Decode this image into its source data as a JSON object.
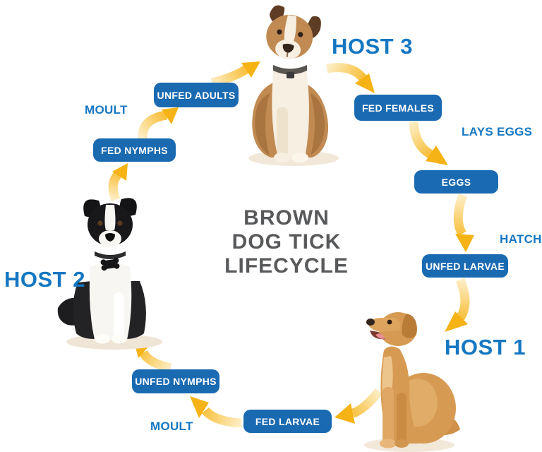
{
  "title": {
    "line1": "BROWN",
    "line2": "DOG TICK",
    "line3": "LIFECYCLE"
  },
  "hosts": {
    "host1": "HOST 1",
    "host2": "HOST 2",
    "host3": "HOST 3"
  },
  "stages": {
    "unfed_adults": "UNFED ADULTS",
    "fed_females": "FED FEMALES",
    "eggs": "EGGS",
    "unfed_larvae": "UNFED LARVAE",
    "fed_larvae": "FED LARVAE",
    "unfed_nymphs": "UNFED NYMPHS",
    "fed_nymphs": "FED NYMPHS"
  },
  "annotations": {
    "moult_top": "MOULT",
    "lays_eggs": "LAYS EGGS",
    "hatch": "HATCH",
    "moult_bottom": "MOULT"
  },
  "flow": [
    {
      "from": "HOST 2",
      "to": "FED NYMPHS"
    },
    {
      "from": "FED NYMPHS",
      "to": "UNFED ADULTS",
      "via": "MOULT"
    },
    {
      "from": "UNFED ADULTS",
      "to": "HOST 3"
    },
    {
      "from": "HOST 3",
      "to": "FED FEMALES"
    },
    {
      "from": "FED FEMALES",
      "to": "EGGS",
      "via": "LAYS EGGS"
    },
    {
      "from": "EGGS",
      "to": "UNFED LARVAE",
      "via": "HATCH"
    },
    {
      "from": "UNFED LARVAE",
      "to": "HOST 1"
    },
    {
      "from": "HOST 1",
      "to": "FED LARVAE"
    },
    {
      "from": "FED LARVAE",
      "to": "UNFED NYMPHS",
      "via": "MOULT"
    },
    {
      "from": "UNFED NYMPHS",
      "to": "HOST 2"
    }
  ],
  "colors": {
    "pill_background": "#1a6ab2",
    "pill_text": "#ffffff",
    "host_label": "#1577c2",
    "annotation_label": "#1577c2",
    "title_text": "#58595b",
    "arrow_gradient_start": "#fdeec6",
    "arrow_gradient_end": "#f6b315",
    "background": "#ffffff"
  }
}
